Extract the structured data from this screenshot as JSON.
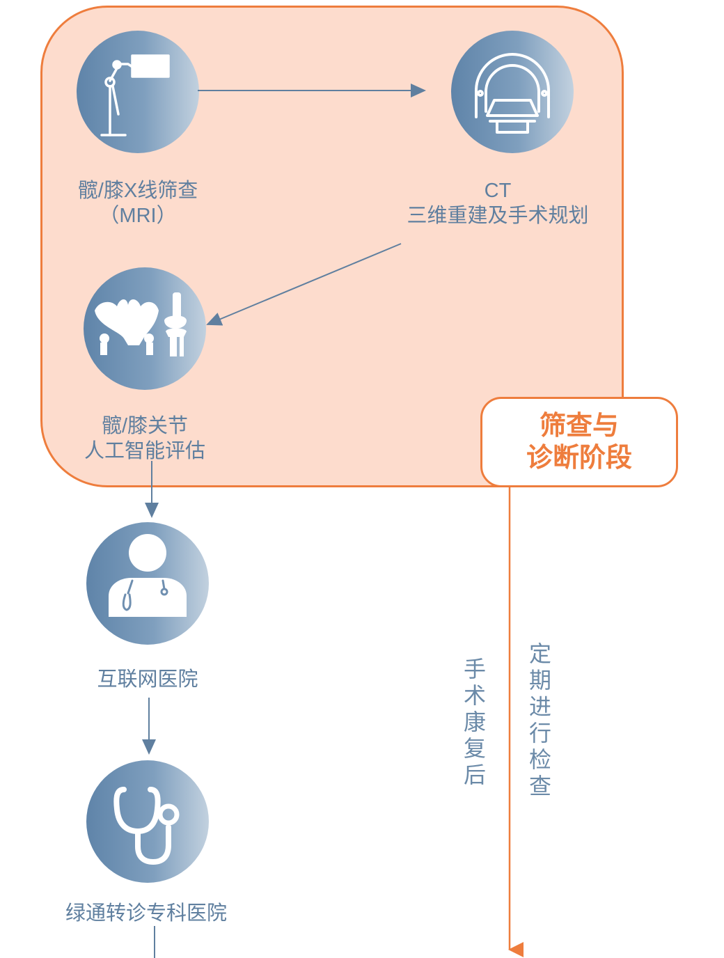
{
  "nodes": {
    "xray": {
      "label_line1": "髋/膝X线筛查",
      "label_line2": "（MRI）"
    },
    "ct": {
      "label_line1": "CT",
      "label_line2": "三维重建及手术规划"
    },
    "ai": {
      "label_line1": "髋/膝关节",
      "label_line2": "人工智能评估"
    },
    "internet_hospital": {
      "label": "互联网医院"
    },
    "referral": {
      "label": "绿通转诊专科医院"
    }
  },
  "stage_badge": {
    "line1": "筛查与",
    "line2": "诊断阶段"
  },
  "timeline": {
    "left_text": "手术康复后",
    "right_text": "定期进行检查"
  },
  "colors": {
    "accent_orange": "#ee7d3d",
    "panel_fill": "#fddccd",
    "node_blue": "#5f84a9",
    "text_blue": "#5f7f9f"
  }
}
